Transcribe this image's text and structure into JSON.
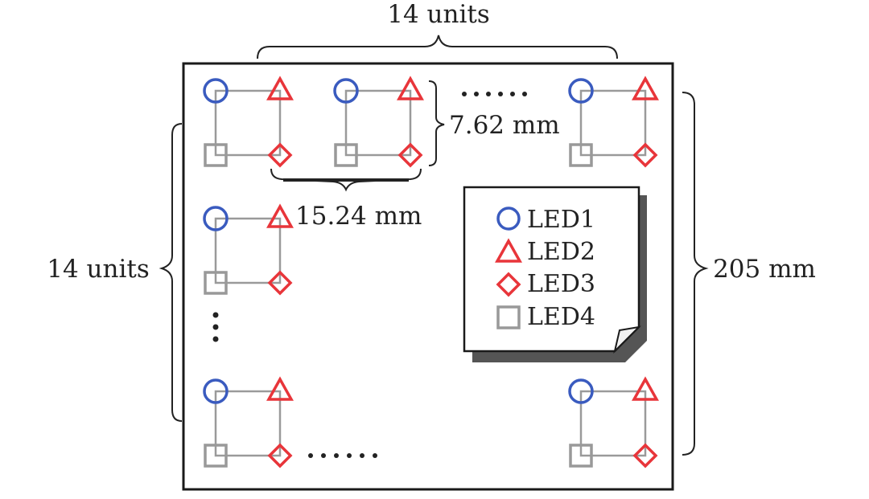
{
  "labels": {
    "top_units": "14 units",
    "left_units": "14 units",
    "side_length": "205 mm",
    "led_pitch": "7.62 mm",
    "unit_pitch": "15.24 mm"
  },
  "ellipsis": "······",
  "legend": {
    "items": [
      {
        "label": "LED1",
        "shape": "circle",
        "color": "#3a5bbf"
      },
      {
        "label": "LED2",
        "shape": "triangle",
        "color": "#e8353a"
      },
      {
        "label": "LED3",
        "shape": "diamond",
        "color": "#e8353a"
      },
      {
        "label": "LED4",
        "shape": "square",
        "color": "#999999"
      }
    ]
  },
  "colors": {
    "led1": "#3a5bbf",
    "led2": "#e8353a",
    "led3": "#e8353a",
    "led4": "#999999",
    "connector": "#9a9a9a",
    "board_border": "#1a1a1a"
  }
}
